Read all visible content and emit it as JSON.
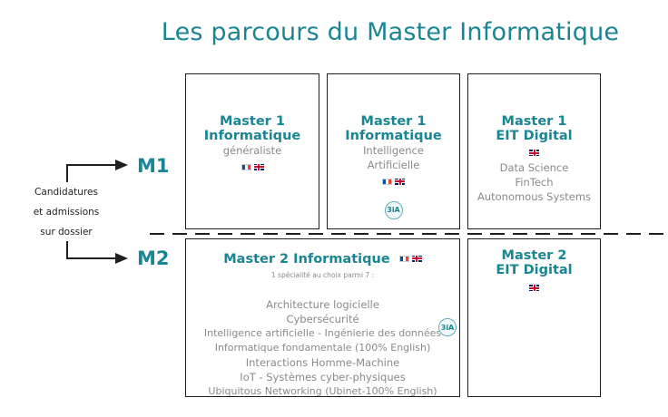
{
  "title": "Les parcours du Master Informatique",
  "levels": {
    "m1": "M1",
    "m2": "M2"
  },
  "side_note": [
    "Candidatures",
    "et admissions",
    "sur dossier"
  ],
  "boxes": {
    "m1_general": {
      "heading": [
        "Master 1",
        "Informatique"
      ],
      "sub": [
        "généraliste"
      ],
      "flags": [
        "fr-flag-icon",
        "uk-flag-icon"
      ]
    },
    "m1_ia": {
      "heading": [
        "Master 1",
        "Informatique"
      ],
      "sub": [
        "Intelligence",
        "Artificielle"
      ],
      "flags": [
        "fr-flag-icon",
        "uk-flag-icon"
      ],
      "badge": "3iA"
    },
    "m1_eit": {
      "heading": [
        "Master 1",
        "EIT Digital"
      ],
      "flags": [
        "uk-flag-icon"
      ],
      "sub": [
        "Data Science",
        "FinTech",
        "Autonomous Systems"
      ]
    },
    "m2_info": {
      "heading": "Master 2 Informatique",
      "flags": [
        "fr-flag-icon",
        "uk-flag-icon"
      ],
      "note": "1 spécialité au choix parmi 7 :",
      "specialties": [
        "Architecture logicielle",
        "Cybersécurité",
        "Intelligence artificielle - Ingénierie des données",
        "Informatique fondamentale (100% English)",
        "Interactions Homme-Machine",
        "IoT - Systèmes cyber-physiques",
        "Ubiquitous Networking (Ubinet-100% English)"
      ],
      "badge": "3iA"
    },
    "m2_eit": {
      "heading": [
        "Master 2",
        "EIT Digital"
      ],
      "flags": [
        "uk-flag-icon"
      ]
    }
  },
  "colors": {
    "accent": "#1a8593",
    "text_muted": "#8a8a8a",
    "line": "#1f1f1f"
  }
}
